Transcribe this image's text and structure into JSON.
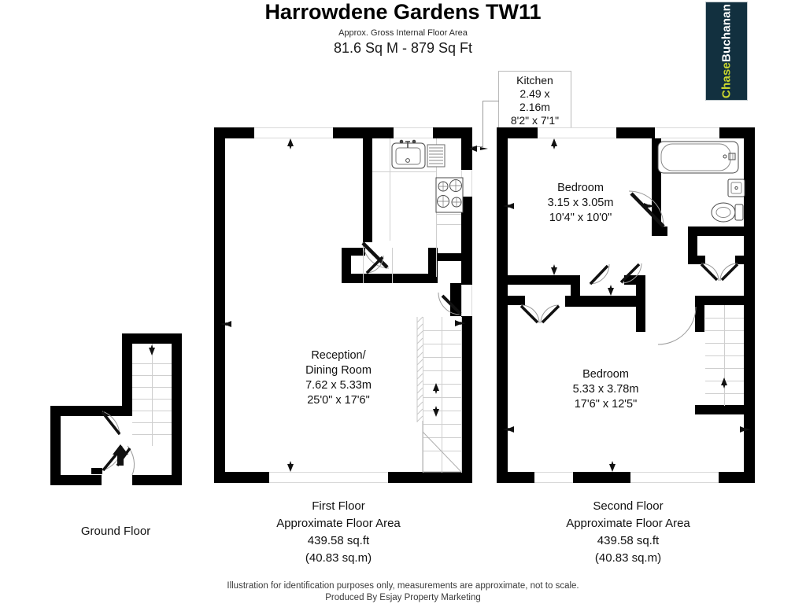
{
  "header": {
    "title": "Harrowdene Gardens TW11",
    "approx_label": "Approx. Gross Internal Floor Area",
    "area_summary": "81.6 Sq M - 879 Sq Ft"
  },
  "brand": {
    "name_part1": "Chase",
    "name_part2": "Buchanan",
    "bg_color": "#12303f",
    "accent_color": "#c9d62f"
  },
  "callouts": [
    {
      "id": "kitchen",
      "name": "Kitchen",
      "metric": "2.49 x 2.16m",
      "imperial": "8'2\" x 7'1\""
    }
  ],
  "floors": [
    {
      "id": "ground",
      "caption_lines": [
        "Ground Floor"
      ],
      "rooms": []
    },
    {
      "id": "first",
      "caption_lines": [
        "First Floor",
        "Approximate Floor Area",
        "439.58 sq.ft",
        "(40.83 sq.m)"
      ],
      "rooms": [
        {
          "id": "reception-dining",
          "name_line1": "Reception/",
          "name_line2": "Dining Room",
          "metric": "7.62 x 5.33m",
          "imperial": "25'0\" x 17'6\""
        }
      ]
    },
    {
      "id": "second",
      "caption_lines": [
        "Second Floor",
        "Approximate Floor Area",
        "439.58 sq.ft",
        "(40.83 sq.m)"
      ],
      "rooms": [
        {
          "id": "bedroom-1",
          "name_line1": "Bedroom",
          "metric": "3.15 x 3.05m",
          "imperial": "10'4\" x 10'0\""
        },
        {
          "id": "bedroom-2",
          "name_line1": "Bedroom",
          "metric": "5.33 x 3.78m",
          "imperial": "17'6\" x 12'5\""
        }
      ]
    }
  ],
  "footer": {
    "line1": "Illustration for identification purposes only, measurements are approximate, not to scale.",
    "line2": "Produced By Esjay Property Marketing"
  },
  "icons": {
    "sink": "sink-icon",
    "hob": "hob-icon",
    "bathtub": "bathtub-icon",
    "basin": "basin-icon",
    "toilet": "toilet-icon",
    "stairs": "stairs-icon",
    "door_swing": "door-swing-icon",
    "entry_arrow": "entry-arrow-icon",
    "direction_arrow": "direction-arrow-icon"
  }
}
